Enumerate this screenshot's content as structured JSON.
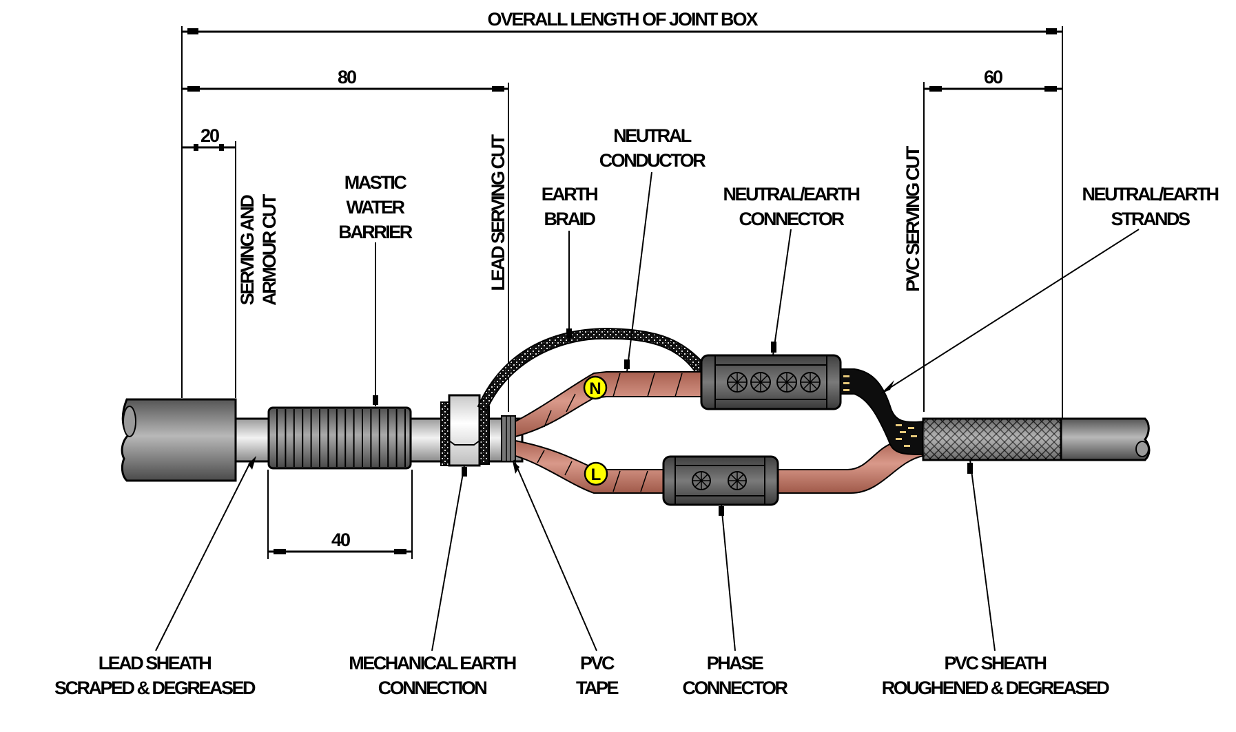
{
  "title": "Overall length of joint box",
  "dimensions": {
    "overall": "OVERALL LENGTH OF JOINT BOX",
    "d80": "80",
    "d20": "20",
    "d40": "40",
    "d60": "60"
  },
  "cut_labels": {
    "serving_armour": [
      "SERVING AND",
      "ARMOUR CUT"
    ],
    "lead_serving": "LEAD SERVING CUT",
    "pvc_serving": "PVC SERVING CUT"
  },
  "top_labels": {
    "mastic": [
      "MASTIC",
      "WATER",
      "BARRIER"
    ],
    "earth_braid": [
      "EARTH",
      "BRAID"
    ],
    "neutral_conductor": [
      "NEUTRAL",
      "CONDUCTOR"
    ],
    "ne_connector": [
      "NEUTRAL/EARTH",
      "CONNECTOR"
    ],
    "ne_strands": [
      "NEUTRAL/EARTH",
      "STRANDS"
    ]
  },
  "bottom_labels": {
    "lead_sheath": [
      "LEAD SHEATH",
      "SCRAPED & DEGREASED"
    ],
    "mech_earth": [
      "MECHANICAL EARTH",
      "CONNECTION"
    ],
    "pvc_tape": [
      "PVC",
      "TAPE"
    ],
    "phase_connector": [
      "PHASE",
      "CONNECTOR"
    ],
    "pvc_sheath": [
      "PVC SHEATH",
      "ROUGHENED & DEGREASED"
    ]
  },
  "markers": {
    "neutral": "N",
    "line": "L"
  },
  "colors": {
    "copper": "#c98670",
    "copper_dark": "#9c5a48",
    "connector": "#5f5f5f",
    "marker": "#ffff00",
    "lead": "#8a8a8a",
    "sheath": "#9a9a9a"
  }
}
